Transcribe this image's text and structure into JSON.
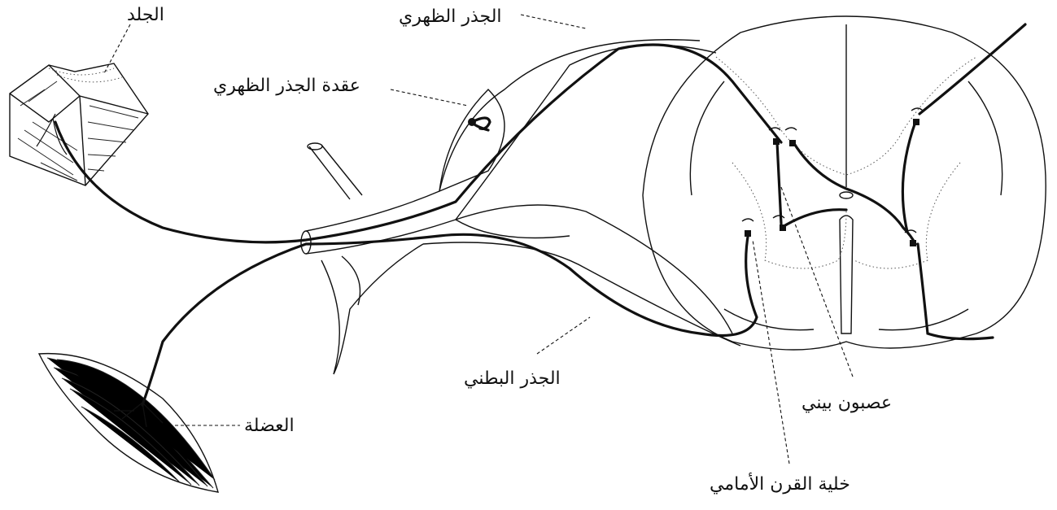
{
  "labels": {
    "skin": "الجلد",
    "dorsal_root": "الجذر الظهري",
    "dorsal_root_ganglion": "عقدة الجذر الظهري",
    "ventral_root": "الجذر البطني",
    "muscle": "العضلة",
    "interneuron": "عصبون بيني",
    "anterior_horn_cell": "خلية القرن الأمامي"
  }
}
